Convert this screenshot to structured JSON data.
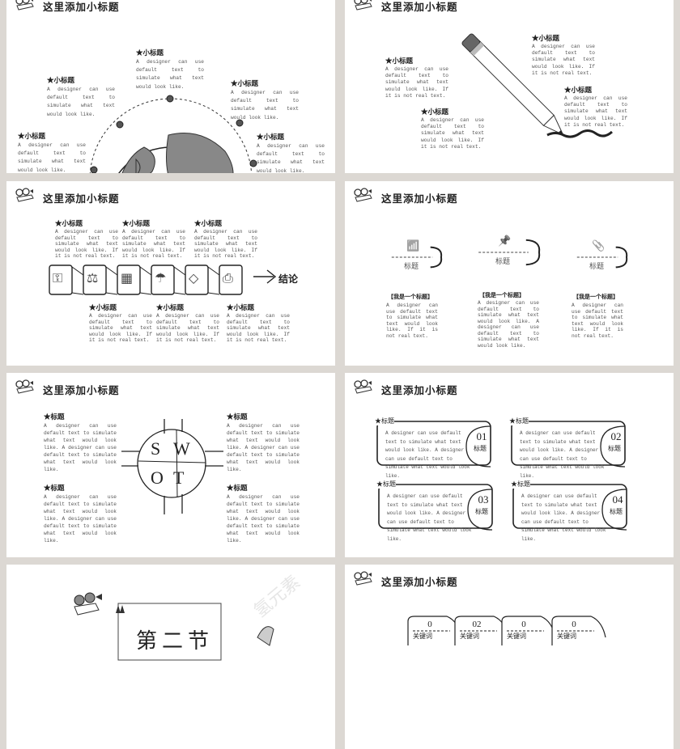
{
  "colors": {
    "background": "#dcd8d3",
    "slide": "#ffffff",
    "ink": "#222222",
    "body_text": "#555555"
  },
  "slides": [
    {
      "title": "这里添加小标题",
      "icon": "film-projector-icon",
      "graphic": "globe-icon",
      "items": [
        {
          "h": "★小标题",
          "t": "A designer can use default text to simulate what text would look like."
        },
        {
          "h": "★小标题",
          "t": "A designer can use default text to simulate what text would look like."
        },
        {
          "h": "★小标题",
          "t": "A designer can use default text to simulate what text would look like."
        },
        {
          "h": "★小标题",
          "t": "A designer can use default text to simulate what text would look like."
        },
        {
          "h": "★小标题",
          "t": "A designer can use default text to simulate what text would look like."
        }
      ]
    },
    {
      "title": "这里添加小标题",
      "icon": "film-projector-icon",
      "graphic": "pencil-icon",
      "items": [
        {
          "h": "★小标题",
          "t": "A designer can use default text to simulate what text would look like. If it is not real text."
        },
        {
          "h": "★小标题",
          "t": "A designer can use default text to simulate what text would look like. If it is not real text."
        },
        {
          "h": "★小标题",
          "t": "A designer can use default text to simulate what text would look like. If it is not real text."
        },
        {
          "h": "★小标题",
          "t": "A designer can use default text to simulate what text would look like. If it is not real text."
        }
      ]
    },
    {
      "title": "这里添加小标题",
      "icon": "film-projector-icon",
      "conclusion": "结论",
      "step_icons": [
        "key-icon",
        "scales-icon",
        "calculator-icon",
        "umbrella-icon",
        "diamond-icon",
        "printer-icon"
      ],
      "items": [
        {
          "h": "★小标题",
          "t": "A designer can use default text to simulate what text would look like. If it is not real text."
        },
        {
          "h": "★小标题",
          "t": "A designer can use default text to simulate what text would look like. If it is not real text."
        },
        {
          "h": "★小标题",
          "t": "A designer can use default text to simulate what text would look like. If it is not real text."
        },
        {
          "h": "★小标题",
          "t": "A designer can use default text to simulate what text would look like. If it is not real text."
        },
        {
          "h": "★小标题",
          "t": "A designer can use default text to simulate what text would look like. If it is not real text."
        },
        {
          "h": "★小标题",
          "t": "A designer can use default text to simulate what text would look like. If it is not real text."
        }
      ]
    },
    {
      "title": "这里添加小标题",
      "icon": "film-projector-icon",
      "gears": [
        {
          "icon": "wifi-icon",
          "label": "标题",
          "caption": "【我是一个标题】",
          "t": "A designer can use default text to simulate what text would look like. If it is not real text."
        },
        {
          "icon": "pushpin-icon",
          "label": "标题",
          "caption": "【我是一个标题】",
          "t": "A designer can use default text to simulate what text would look like. A designer can use default text to simulate what text would look like."
        },
        {
          "icon": "paperclip-icon",
          "label": "标题",
          "caption": "【我是一个标题】",
          "t": "A designer can use default text to simulate what text would look like. If it is not real text."
        }
      ]
    },
    {
      "title": "这里添加小标题",
      "icon": "film-projector-icon",
      "swot": [
        "S",
        "W",
        "O",
        "T"
      ],
      "items": [
        {
          "h": "★标题",
          "t": "A designer can use default text to simulate what text would look like. A designer can use default text to simulate what text would look like."
        },
        {
          "h": "★标题",
          "t": "A designer can use default text to simulate what text would look like. A designer can use default text to simulate what text would look like."
        },
        {
          "h": "★标题",
          "t": "A designer can use default text to simulate what text would look like. A designer can use default text to simulate what text would look like."
        },
        {
          "h": "★标题",
          "t": "A designer can use default text to simulate what text would look like. A designer can use default text to simulate what text would look like."
        }
      ]
    },
    {
      "title": "这里添加小标题",
      "icon": "film-projector-icon",
      "boxes": [
        {
          "h": "★标题",
          "num": "01",
          "label": "标题",
          "t": "A designer can use default text to simulate what text would look like. A designer can use default text to simulate what text would look like."
        },
        {
          "h": "★标题",
          "num": "02",
          "label": "标题",
          "t": "A designer can use default text to simulate what text would look like. A designer can use default text to simulate what text would look like."
        },
        {
          "h": "★标题",
          "num": "03",
          "label": "标题",
          "t": "A designer can use default text to simulate what text would look like. A designer can use default text to simulate what text would look like."
        },
        {
          "h": "★标题",
          "num": "04",
          "label": "标题",
          "t": "A designer can use default text to simulate what text would look like. A designer can use default text to simulate what text would look like."
        }
      ]
    },
    {
      "section": "第二节",
      "icons": [
        "film-projector-icon",
        "clapperboard-icon",
        "megaphone-icon"
      ]
    },
    {
      "title": "这里添加小标题",
      "icon": "film-projector-icon",
      "tabs": [
        {
          "num": "0",
          "label": "关键词"
        },
        {
          "num": "02",
          "label": "关键词"
        },
        {
          "num": "0",
          "label": "关键词"
        },
        {
          "num": "0",
          "label": "关键词"
        }
      ]
    }
  ],
  "watermark": "氢元素"
}
